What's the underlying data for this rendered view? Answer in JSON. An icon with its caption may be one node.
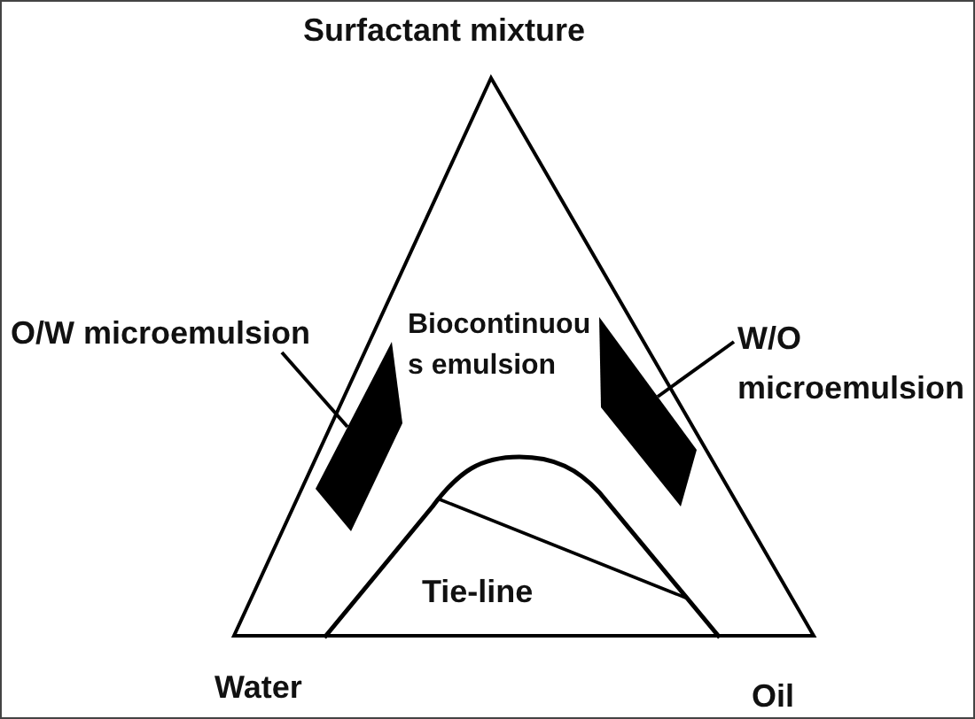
{
  "diagram": {
    "nodes": [
      {
        "text": [
          "O/W microemulsion"
        ]
      },
      {
        "text": [],
        "shape": "parallelogram"
      },
      {
        "text": [
          "W/O microemulsion"
        ]
      },
      {
        "text": [],
        "shape": "parallelogram"
      }
    ],
    "edges": [
      {
        "from": 0,
        "to": 1,
        "arrow": "none"
      },
      {
        "from": 2,
        "to": 3,
        "arrow": "none"
      }
    ],
    "labels": [
      "Surfactant mixture",
      "Biocontinuou s emulsion",
      "Tie-line",
      "Water",
      "Oil"
    ]
  }
}
